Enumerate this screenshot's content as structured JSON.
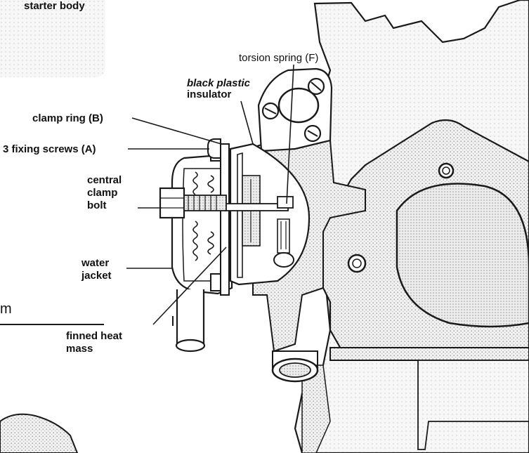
{
  "labels": {
    "starter_body": "starter body",
    "torsion_spring": "torsion spring (F)",
    "insulator_line1": "black plastic",
    "insulator_line2": "insulator",
    "clamp_ring": "clamp ring (B)",
    "fixing_screws": "3 fixing screws (A)",
    "central_line1": "central",
    "central_line2": "clamp",
    "central_line3": "bolt",
    "water_line1": "water",
    "water_line2": "jacket",
    "finned_line1": "finned heat",
    "finned_line2": "mass",
    "edge_fragment": "m"
  },
  "colors": {
    "ink": "#1a1a1a",
    "stipple": "#cfcfcf",
    "stipple_light": "#e6e6e6",
    "paper": "#ffffff"
  }
}
